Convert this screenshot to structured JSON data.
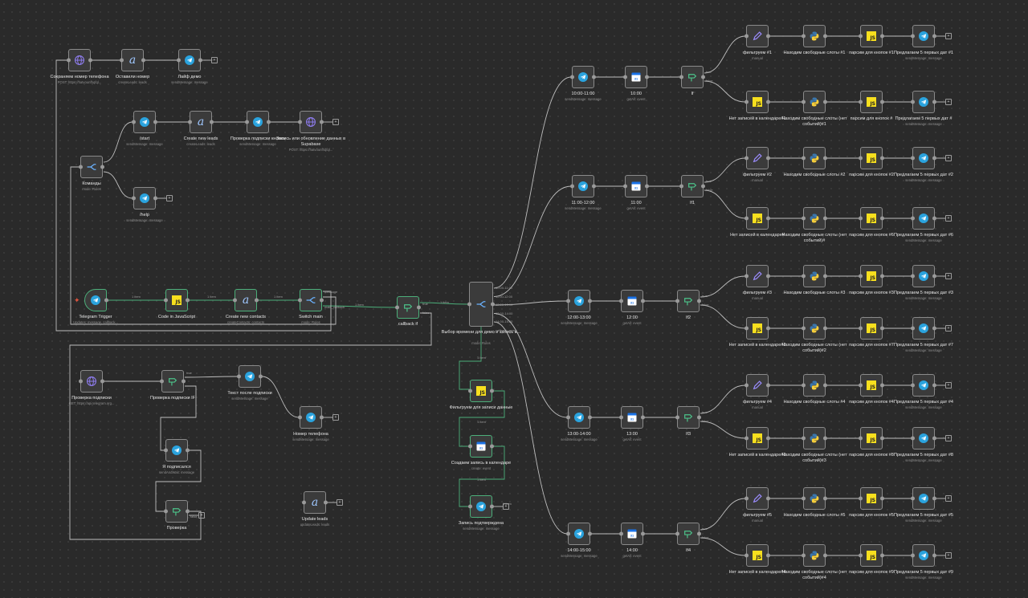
{
  "colors": {
    "canvas": "#2a2a2a",
    "node_bg": "#3b3b3b",
    "node_border": "#8a8a8a",
    "success": "#4caf7a",
    "telegram": "#2aa3de",
    "js": "#f7df1e",
    "edge": "#bdbdbd"
  },
  "edge_counts": {
    "one_item": "1 item"
  },
  "branch_labels": {
    "true": "true",
    "false": "false",
    "message": "message",
    "callback": "callback",
    "main_callback": "main_callback"
  },
  "switch_slots": [
    "10:00-11:00",
    "11:00-12:00",
    "12:00-13:00",
    "13:00-14:00",
    "14:00-15:00",
    "callback_query"
  ],
  "nodes": [
    {
      "key": "save_phone",
      "name": "Сохраняем номер телефона",
      "sub": "POST: https://hatvounfhqfql...",
      "icon": "globe-icon"
    },
    {
      "key": "left_phone",
      "name": "Оставили номер",
      "sub": "createLeads: leads",
      "icon": "ai-icon"
    },
    {
      "key": "live_demo",
      "name": "Лайф демо",
      "sub": "sendMessage: message",
      "icon": "telegram-icon"
    },
    {
      "key": "start",
      "name": "/start",
      "sub": "sendMessage: message",
      "icon": "telegram-icon"
    },
    {
      "key": "create_leads",
      "name": "Create new leads",
      "sub": "createLeads: leads",
      "icon": "ai-icon"
    },
    {
      "key": "check_sub_btn",
      "name": "Проверка подписки кнопка",
      "sub": "sendMessage: message",
      "icon": "telegram-icon"
    },
    {
      "key": "supabase",
      "name": "Запись или обновление данных в Supabase",
      "sub": "POST: https://hatvounfhqfql...",
      "icon": "globe-icon"
    },
    {
      "key": "commands",
      "name": "Команды",
      "sub": "mode: Rules",
      "icon": "switch-icon"
    },
    {
      "key": "help",
      "name": "/help",
      "sub": "sendMessage: message",
      "icon": "telegram-icon"
    },
    {
      "key": "tg_trigger",
      "name": "Telegram Trigger",
      "sub": "Updates: message, callback...",
      "icon": "telegram-icon"
    },
    {
      "key": "code_js",
      "name": "Code in JavaScript",
      "sub": "",
      "icon": "js-icon"
    },
    {
      "key": "create_contacts",
      "name": "Create new contacts",
      "sub": "createContacts: contacts",
      "icon": "ai-icon"
    },
    {
      "key": "switch_main",
      "name": "Switch main",
      "sub": "mode: Rules",
      "icon": "switch-icon"
    },
    {
      "key": "callback_if",
      "name": "callback if",
      "sub": "",
      "icon": "if-icon"
    },
    {
      "key": "time_switch",
      "name": "Выбор времени для демо и запись в...",
      "sub": "mode: Rules",
      "icon": "switch-icon"
    },
    {
      "key": "check_sub",
      "name": "Проверка подписки",
      "sub": "GET: https://api.telegram.org...",
      "icon": "globe-icon"
    },
    {
      "key": "check_sub_if",
      "name": "Проверка подписки IF",
      "sub": "",
      "icon": "if-icon"
    },
    {
      "key": "text_after_sub",
      "name": "Текст после подписки",
      "sub": "sendMessage: message",
      "icon": "telegram-icon"
    },
    {
      "key": "phone_number",
      "name": "Номер телефона",
      "sub": "sendMessage: message",
      "icon": "telegram-icon"
    },
    {
      "key": "subscribed",
      "name": "Я подписался",
      "sub": "sendAndWait: message",
      "icon": "telegram-icon"
    },
    {
      "key": "check",
      "name": "Проверка",
      "sub": "",
      "icon": "if-icon"
    },
    {
      "key": "update_leads",
      "name": "Update leads",
      "sub": "updateLeads: leads",
      "icon": "ai-icon"
    },
    {
      "key": "filter_data",
      "name": "Фильтруем для записи данные",
      "sub": "",
      "icon": "js-icon"
    },
    {
      "key": "create_event",
      "name": "Создаем запись в календаре",
      "sub": "create: event",
      "icon": "gcal-icon"
    },
    {
      "key": "confirmed",
      "name": "Запись подтверждена",
      "sub": "sendMessage: message",
      "icon": "telegram-icon"
    },
    {
      "key": "s1",
      "name": "10:00-11:00",
      "sub": "sendMessage: message",
      "icon": "telegram-icon"
    },
    {
      "key": "c1",
      "name": "10:00",
      "sub": "getAll: event",
      "icon": "gcal-icon"
    },
    {
      "key": "if1",
      "name": "If",
      "sub": "",
      "icon": "if-icon"
    },
    {
      "key": "f1",
      "name": "фильтруем #1",
      "sub": "manual",
      "icon": "pencil-icon"
    },
    {
      "key": "p1",
      "name": "Находим свободные слоты #1",
      "sub": "",
      "icon": "python-icon"
    },
    {
      "key": "j1",
      "name": "парсим для кнопок #1",
      "sub": "",
      "icon": "js-icon"
    },
    {
      "key": "o1",
      "name": "Предлагаем 5 первых дат #1",
      "sub": "sendMessage: message",
      "icon": "telegram-icon"
    },
    {
      "key": "n1",
      "name": "Нет записей в календаре#1",
      "sub": "",
      "icon": "js-icon"
    },
    {
      "key": "q1",
      "name": "Находим свободные слоты (нет событий)#1",
      "sub": "",
      "icon": "python-icon"
    },
    {
      "key": "k1",
      "name": "парсим для кнопок #",
      "sub": "",
      "icon": "js-icon"
    },
    {
      "key": "r1",
      "name": "Предлагаем 5 первых дат #",
      "sub": "sendMessage: message",
      "icon": "telegram-icon"
    },
    {
      "key": "s2",
      "name": "11:00-12:00",
      "sub": "sendMessage: message",
      "icon": "telegram-icon"
    },
    {
      "key": "c2",
      "name": "11:00",
      "sub": "getAll: event",
      "icon": "gcal-icon"
    },
    {
      "key": "if2",
      "name": "If1",
      "sub": "",
      "icon": "if-icon"
    },
    {
      "key": "f2",
      "name": "фильтруем #2",
      "sub": "manual",
      "icon": "pencil-icon"
    },
    {
      "key": "p2",
      "name": "Находим свободные слоты #2",
      "sub": "",
      "icon": "python-icon"
    },
    {
      "key": "j2",
      "name": "парсим для кнопок #2",
      "sub": "",
      "icon": "js-icon"
    },
    {
      "key": "o2",
      "name": "Предлагаем 5 первых дат #2",
      "sub": "sendMessage: message",
      "icon": "telegram-icon"
    },
    {
      "key": "n2",
      "name": "Нет записей в календаре#",
      "sub": "",
      "icon": "js-icon"
    },
    {
      "key": "q2",
      "name": "Находим свободные слоты (нет событий)#",
      "sub": "",
      "icon": "python-icon"
    },
    {
      "key": "k2",
      "name": "парсим для кнопок #6",
      "sub": "",
      "icon": "js-icon"
    },
    {
      "key": "r2",
      "name": "Предлагаем 5 первых дат #6",
      "sub": "sendMessage: message",
      "icon": "telegram-icon"
    },
    {
      "key": "s3",
      "name": "12:00-13:00",
      "sub": "sendMessage: message",
      "icon": "telegram-icon"
    },
    {
      "key": "c3",
      "name": "12:00",
      "sub": "getAll: event",
      "icon": "gcal-icon"
    },
    {
      "key": "if3",
      "name": "If2",
      "sub": "",
      "icon": "if-icon"
    },
    {
      "key": "f3",
      "name": "фильтруем #3",
      "sub": "manual",
      "icon": "pencil-icon"
    },
    {
      "key": "p3",
      "name": "Находим свободные слоты #3",
      "sub": "",
      "icon": "python-icon"
    },
    {
      "key": "j3",
      "name": "парсим для кнопок #3",
      "sub": "",
      "icon": "js-icon"
    },
    {
      "key": "o3",
      "name": "Предлагаем 5 первых дат #3",
      "sub": "sendMessage: message",
      "icon": "telegram-icon"
    },
    {
      "key": "n3",
      "name": "Нет записей в календаре#2",
      "sub": "",
      "icon": "js-icon"
    },
    {
      "key": "q3",
      "name": "Находим свободные слоты (нет событий)#2",
      "sub": "",
      "icon": "python-icon"
    },
    {
      "key": "k3",
      "name": "парсим для кнопок #7",
      "sub": "",
      "icon": "js-icon"
    },
    {
      "key": "r3",
      "name": "Предлагаем 5 первых дат #7",
      "sub": "sendMessage: message",
      "icon": "telegram-icon"
    },
    {
      "key": "s4",
      "name": "13:00-14:00",
      "sub": "sendMessage: message",
      "icon": "telegram-icon"
    },
    {
      "key": "c4",
      "name": "13:00",
      "sub": "getAll: event",
      "icon": "gcal-icon"
    },
    {
      "key": "if4",
      "name": "If3",
      "sub": "",
      "icon": "if-icon"
    },
    {
      "key": "f4",
      "name": "фильтруем #4",
      "sub": "manual",
      "icon": "pencil-icon"
    },
    {
      "key": "p4",
      "name": "Находим свободные слоты #4",
      "sub": "",
      "icon": "python-icon"
    },
    {
      "key": "j4",
      "name": "парсим для кнопок #4",
      "sub": "",
      "icon": "js-icon"
    },
    {
      "key": "o4",
      "name": "Предлагаем 5 первых дат #4",
      "sub": "sendMessage: message",
      "icon": "telegram-icon"
    },
    {
      "key": "n4",
      "name": "Нет записей в календаре#3",
      "sub": "",
      "icon": "js-icon"
    },
    {
      "key": "q4",
      "name": "Находим свободные слоты (нет событий)#3",
      "sub": "",
      "icon": "python-icon"
    },
    {
      "key": "k4",
      "name": "парсим для кнопок #8",
      "sub": "",
      "icon": "js-icon"
    },
    {
      "key": "r4",
      "name": "Предлагаем 5 первых дат #8",
      "sub": "sendMessage: message",
      "icon": "telegram-icon"
    },
    {
      "key": "s5",
      "name": "14:00-15:00",
      "sub": "sendMessage: message",
      "icon": "telegram-icon"
    },
    {
      "key": "c5",
      "name": "14:00",
      "sub": "getAll: event",
      "icon": "gcal-icon"
    },
    {
      "key": "if5",
      "name": "If4",
      "sub": "",
      "icon": "if-icon"
    },
    {
      "key": "f5",
      "name": "фильтруем #5",
      "sub": "manual",
      "icon": "pencil-icon"
    },
    {
      "key": "p5",
      "name": "Находим свободные слоты #5",
      "sub": "",
      "icon": "python-icon"
    },
    {
      "key": "j5",
      "name": "парсим для кнопок #5",
      "sub": "",
      "icon": "js-icon"
    },
    {
      "key": "o5",
      "name": "Предлагаем 5 первых дат #5",
      "sub": "sendMessage: message",
      "icon": "telegram-icon"
    },
    {
      "key": "n5",
      "name": "Нет записей в календаре#4",
      "sub": "",
      "icon": "js-icon"
    },
    {
      "key": "q5",
      "name": "Находим свободные слоты (нет событий)#4",
      "sub": "",
      "icon": "python-icon"
    },
    {
      "key": "k5",
      "name": "парсим для кнопок #9",
      "sub": "",
      "icon": "js-icon"
    },
    {
      "key": "r5",
      "name": "Предлагаем 5 первых дат #9",
      "sub": "sendMessage: message",
      "icon": "telegram-icon"
    }
  ]
}
